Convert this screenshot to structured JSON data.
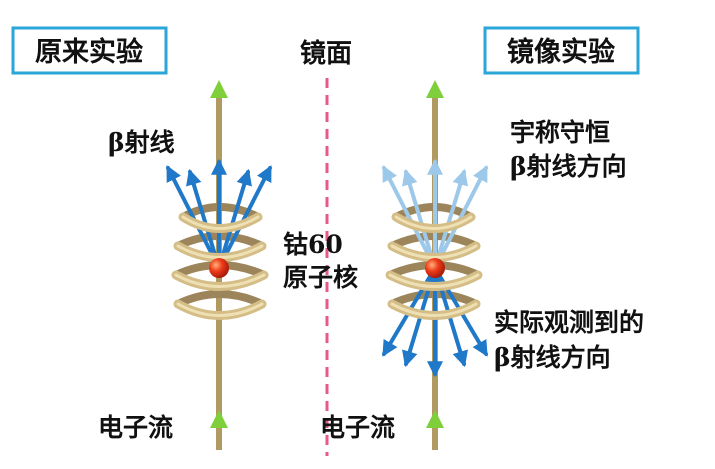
{
  "labels": {
    "original_experiment": "原来实验",
    "mirror_experiment": "镜像实验",
    "mirror": "镜面",
    "beta_rays": "β射线",
    "nucleus_line1": "钴60",
    "nucleus_line2": "原子核",
    "parity_line1": "宇称守恒",
    "parity_line2": "β射线方向",
    "observed_line1": "实际观测到的",
    "observed_line2": "β射线方向",
    "current_left": "电子流",
    "current_right": "电子流"
  },
  "colors": {
    "box_border": "#2aa6d8",
    "mirror_line": "#e8588a",
    "rod": "#b09a62",
    "coil": "#d4bd86",
    "coil_dark": "#9c855a",
    "green_arrow": "#7fcf3a",
    "blue_arrow": "#1f78c8",
    "light_blue_arrow": "#9cc8ea",
    "nucleus": "#e83018"
  },
  "icons": {
    "nucleus": "red-sphere",
    "coil": "helix-coil",
    "arrow": "arrow"
  }
}
